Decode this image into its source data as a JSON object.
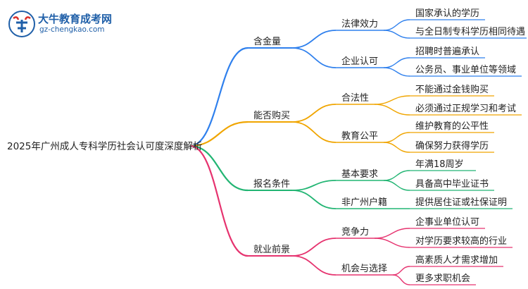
{
  "logo": {
    "title": "大牛教育成考网",
    "url": "gz-chengkao.com"
  },
  "mindmap": {
    "root": "2025年广州成人专科学历社会认可度深度解析",
    "branches": [
      {
        "label": "含金量",
        "color": "#2f80ed",
        "children": [
          {
            "label": "法律效力",
            "leaves": [
              "国家承认的学历",
              "与全日制专科学历相同待遇"
            ]
          },
          {
            "label": "企业认可",
            "leaves": [
              "招聘时普遍承认",
              "公务员、事业单位等领域"
            ]
          }
        ]
      },
      {
        "label": "能否购买",
        "color": "#f0a500",
        "children": [
          {
            "label": "合法性",
            "leaves": [
              "不能通过金钱购买",
              "必须通过正规学习和考试"
            ]
          },
          {
            "label": "教育公平",
            "leaves": [
              "维护教育的公平性",
              "确保努力获得学历"
            ]
          }
        ]
      },
      {
        "label": "报名条件",
        "color": "#22b573",
        "children": [
          {
            "label": "基本要求",
            "leaves": [
              "年满18周岁",
              "具备高中毕业证书"
            ]
          },
          {
            "label": "非广州户籍",
            "leaves": [
              "提供居住证或社保证明"
            ]
          }
        ]
      },
      {
        "label": "就业前景",
        "color": "#e6336f",
        "children": [
          {
            "label": "竞争力",
            "leaves": [
              "企事业单位认可",
              "对学历要求较高的行业"
            ]
          },
          {
            "label": "机会与选择",
            "leaves": [
              "高素质人才需求增加",
              "更多求职机会"
            ]
          }
        ]
      }
    ]
  }
}
